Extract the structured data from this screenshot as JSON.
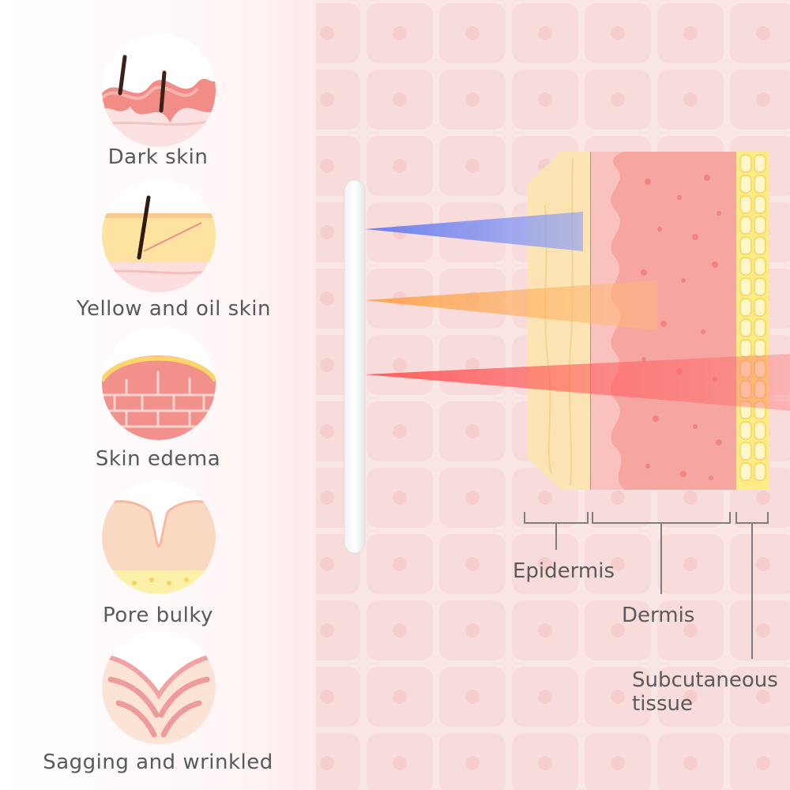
{
  "conditions": [
    {
      "label": "Dark skin",
      "icon": "dark-skin-icon"
    },
    {
      "label": "Yellow and oil skin",
      "icon": "yellow-oil-skin-icon"
    },
    {
      "label": "Skin edema",
      "icon": "skin-edema-icon"
    },
    {
      "label": "Pore bulky",
      "icon": "pore-bulky-icon"
    },
    {
      "label": "Sagging and wrinkled",
      "icon": "sagging-wrinkled-icon"
    }
  ],
  "layers": {
    "epidermis": "Epidermis",
    "dermis": "Dermis",
    "subcutaneous_line1": "Subcutaneous",
    "subcutaneous_line2": "tissue"
  },
  "light_beams": [
    {
      "name": "blue",
      "color": "#6f86ef"
    },
    {
      "name": "orange",
      "color": "#ffa64d"
    },
    {
      "name": "red",
      "color": "#ff4a4a"
    }
  ],
  "colors": {
    "background": "#fbe6e6",
    "cell_fill": "#f7d4d3",
    "epidermis": "#fbe3b4",
    "dermis": "#f6a5a1",
    "fat": "#fdeb86",
    "text": "#595959"
  }
}
